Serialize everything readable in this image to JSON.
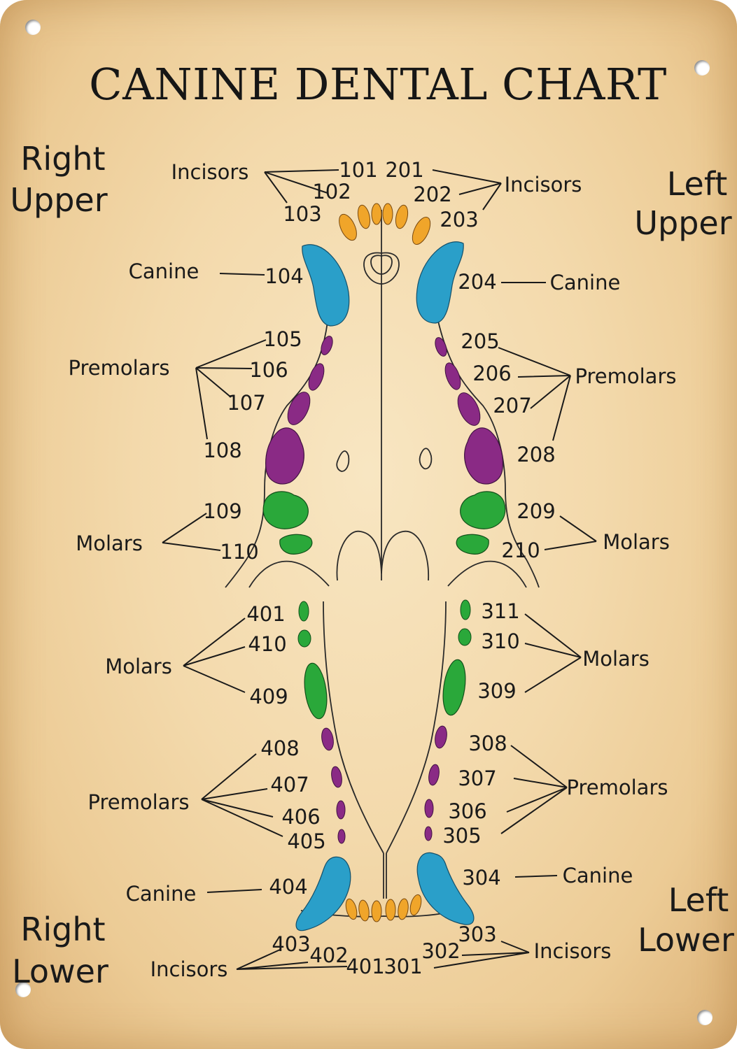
{
  "title": "CANINE DENTAL CHART",
  "quadrants": {
    "right_upper": [
      "Right",
      "Upper"
    ],
    "left_upper": [
      "Left",
      "Upper"
    ],
    "right_lower": [
      "Right",
      "Lower"
    ],
    "left_lower": [
      "Left",
      "Lower"
    ]
  },
  "groups": {
    "incisors": "Incisors",
    "canine": "Canine",
    "premolars": "Premolars",
    "molars": "Molars"
  },
  "colors": {
    "incisor": "#f0a52a",
    "canine": "#2a9fc9",
    "premolar": "#8a2a85",
    "molar": "#2aa83a"
  },
  "teeth": {
    "upper_right": {
      "incisors": [
        "101",
        "102",
        "103"
      ],
      "canine": "104",
      "premolars": [
        "105",
        "106",
        "107",
        "108"
      ],
      "molars": [
        "109",
        "110"
      ]
    },
    "upper_left": {
      "incisors": [
        "201",
        "202",
        "203"
      ],
      "canine": "204",
      "premolars": [
        "205",
        "206",
        "207",
        "208"
      ],
      "molars": [
        "209",
        "210"
      ]
    },
    "lower_left": {
      "incisors": [
        "301",
        "302",
        "303"
      ],
      "canine": "304",
      "premolars": [
        "305",
        "306",
        "307",
        "308"
      ],
      "molars": [
        "309",
        "310",
        "311"
      ]
    },
    "lower_right": {
      "incisors": [
        "401",
        "402",
        "403"
      ],
      "canine": "404",
      "premolars": [
        "405",
        "406",
        "407",
        "408"
      ],
      "molars": [
        "409",
        "410",
        "401"
      ]
    }
  }
}
